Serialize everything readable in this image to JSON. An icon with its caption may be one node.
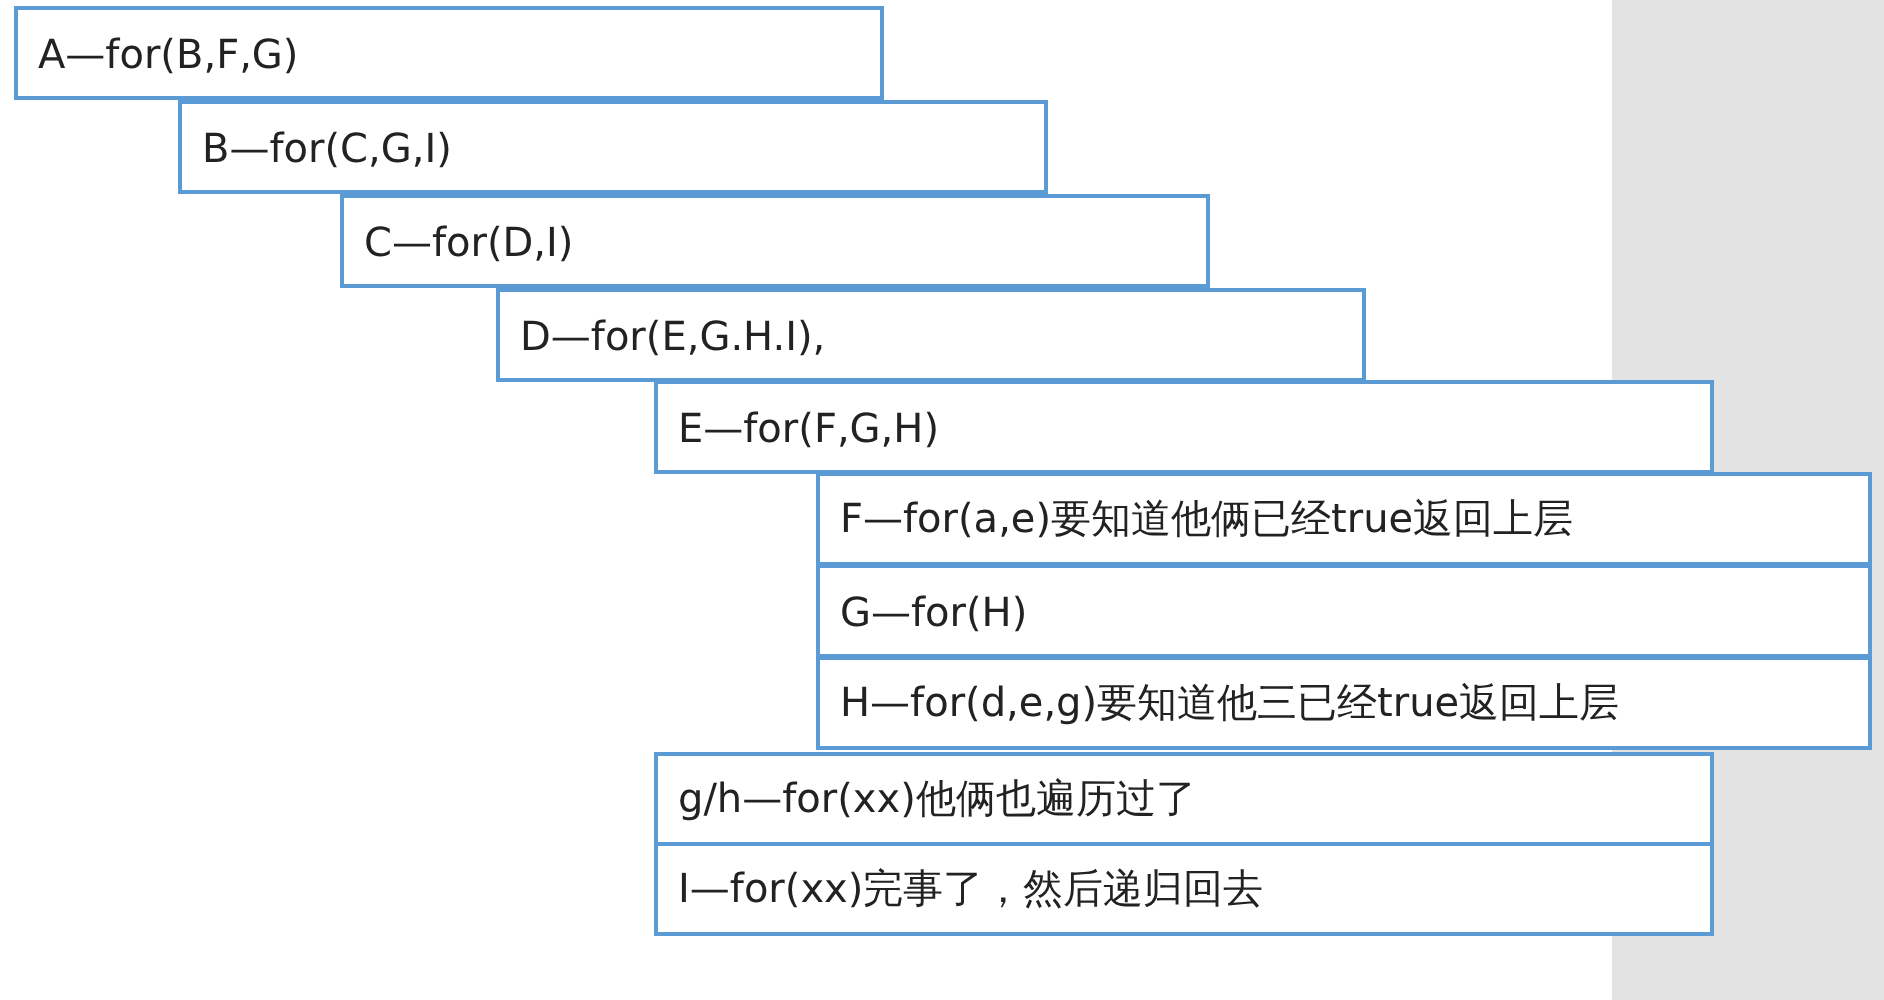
{
  "diagram": {
    "nodes": [
      {
        "text": [
          "A—for(B,F,G)"
        ]
      },
      {
        "text": [
          "B—for(C,G,I)"
        ]
      },
      {
        "text": [
          "C—for(D,I)"
        ]
      },
      {
        "text": [
          "D—for(E,G.H.I),"
        ]
      },
      {
        "text": [
          "E—for(F,G,H)"
        ]
      },
      {
        "text": [
          "F—for(a,e)要知道他俩已经true返回上层"
        ]
      },
      {
        "text": [
          "G—for(H)"
        ]
      },
      {
        "text": [
          "H—for(d,e,g)要知道他三已经true返回上层"
        ]
      },
      {
        "text": [
          "g/h—for(xx)他俩也遍历过了"
        ]
      },
      {
        "text": [
          "I—for(xx)完事了，然后递归回去"
        ]
      }
    ]
  }
}
